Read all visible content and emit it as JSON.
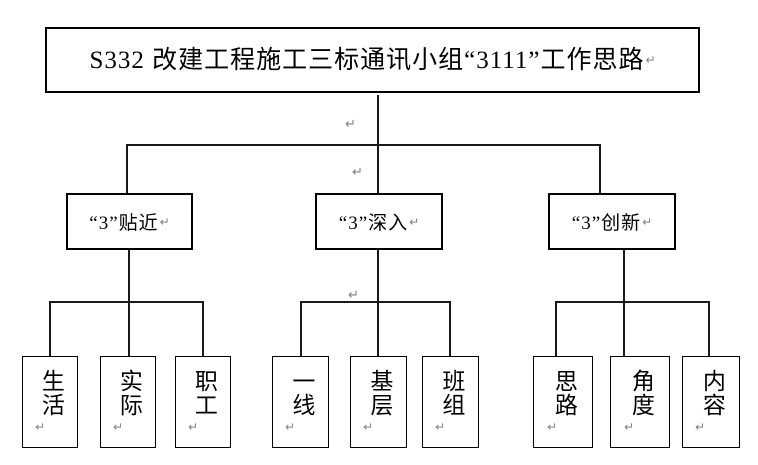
{
  "document": {
    "title": "S332 改建工程施工三标通讯小组“3111”工作思路",
    "paragraph_mark": "↵",
    "line_color": "#1a1a1a",
    "mark_color": "#808080",
    "background": "#ffffff"
  },
  "diagram": {
    "type": "org-tree",
    "root": {
      "label": "S332 改建工程施工三标通讯小组“3111”工作思路"
    },
    "branches": [
      {
        "label": "“3”贴近",
        "children": [
          {
            "label": "生活"
          },
          {
            "label": "实际"
          },
          {
            "label": "职工"
          }
        ]
      },
      {
        "label": "“3”深入",
        "children": [
          {
            "label": "一线"
          },
          {
            "label": "基层"
          },
          {
            "label": "班组"
          }
        ]
      },
      {
        "label": "“3”创新",
        "children": [
          {
            "label": "思路"
          },
          {
            "label": "角度"
          },
          {
            "label": "内容"
          }
        ]
      }
    ]
  }
}
